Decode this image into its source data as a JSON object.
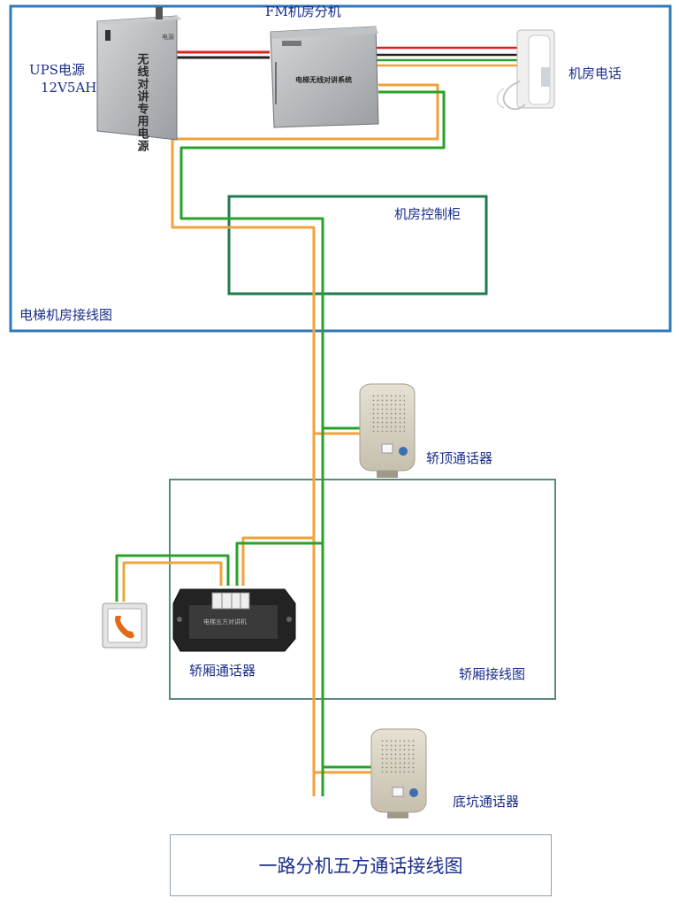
{
  "labels": {
    "fm_unit": "FM机房分机",
    "ups_line1": "UPS电源",
    "ups_line2": "12V5AH",
    "machine_phone": "机房电话",
    "control_cabinet": "机房控制柜",
    "machine_room_caption": "电梯机房接线图",
    "car_top_intercom": "轿顶通话器",
    "car_intercom": "轿厢通话器",
    "car_caption": "轿厢接线图",
    "pit_intercom": "底坑通话器"
  },
  "device_text": {
    "ups_box": "无线对讲专用电源",
    "ups_badge": "电源",
    "fm_box": "电梯无线对讲系统",
    "car_unit_title": "电梯五方对讲机"
  },
  "title": "一路分机五方通话接线图",
  "colors": {
    "frame_blue": "#2f78b8",
    "cabinet_green": "#1f7a4e",
    "car_frame": "#5a8a80",
    "wire_orange": "#f2a23a",
    "wire_green": "#2aa12a",
    "wire_red": "#e0201c",
    "wire_black": "#222222",
    "label_text": "#1a2e8a"
  },
  "icons": [
    "ups-power-icon",
    "fm-unit-icon",
    "telephone-icon",
    "intercom-speaker-icon",
    "car-intercom-unit-icon",
    "alarm-phone-button-icon"
  ]
}
